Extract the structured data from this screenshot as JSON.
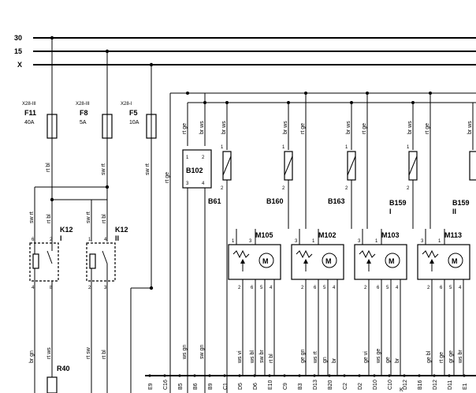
{
  "rails": [
    {
      "label": "30"
    },
    {
      "label": "15"
    },
    {
      "label": "X"
    }
  ],
  "fuses": [
    {
      "conn": "X28-III",
      "name": "F11",
      "amp": "40A",
      "wire": "rt bl"
    },
    {
      "conn": "X28-III",
      "name": "F8",
      "amp": "5A",
      "wire": "sw rt"
    },
    {
      "conn": "X28-I",
      "name": "F5",
      "amp": "10A",
      "wire": "sw rt"
    }
  ],
  "relays": [
    {
      "name": "K12",
      "roman": "I",
      "pins": [
        "6",
        "2",
        "4",
        "8"
      ],
      "wire_top": [
        "sw rt",
        "rt bl"
      ],
      "wire_bot": [
        "br gn",
        "rt ws"
      ]
    },
    {
      "name": "K12",
      "roman": "II",
      "pins": [
        "1",
        "4",
        "2",
        "3"
      ],
      "wire_top": [
        "sw rt",
        "rt bl"
      ],
      "wire_bot": [
        "rt sw",
        "rt bl"
      ]
    }
  ],
  "b102": {
    "name": "B102",
    "pins": [
      "1",
      "2",
      "3",
      "4"
    ],
    "wires_top": [
      "rt ge",
      "br ws"
    ],
    "wires_bot": [
      "ws gn",
      "sw gn"
    ]
  },
  "sensors": [
    {
      "name": "B61",
      "roman": "",
      "pin_top": "1",
      "pin_bot": "2",
      "wire_top": "br ws",
      "wire_bot": ""
    },
    {
      "name": "B160",
      "roman": "",
      "pin_top": "1",
      "pin_bot": "2",
      "wire_top": "br ws",
      "wire_bot": "rt ge"
    },
    {
      "name": "B163",
      "roman": "",
      "pin_top": "1",
      "pin_bot": "2",
      "wire_top": "br ws",
      "wire_bot": "rt ge"
    },
    {
      "name": "B159",
      "roman": "I",
      "pin_top": "1",
      "pin_bot": "2",
      "wire_top": "br ws",
      "wire_bot": "rt ge"
    },
    {
      "name": "B159",
      "roman": "II",
      "pin_top": "1",
      "pin_bot": "2",
      "wire_top": "br ws",
      "wire_bot": ""
    }
  ],
  "motors": [
    {
      "name": "M105",
      "pins_top": [
        "1",
        "3"
      ],
      "pins_bot": [
        "2",
        "6",
        "5",
        "4"
      ],
      "wires": [
        "ws vi",
        "ws bl",
        "sw br",
        "rt bl"
      ]
    },
    {
      "name": "M102",
      "pins_top": [
        "3",
        "1"
      ],
      "pins_bot": [
        "2",
        "6",
        "5",
        "4"
      ],
      "wires": [
        "ge gn",
        "ws rt",
        "gn",
        "br"
      ]
    },
    {
      "name": "M103",
      "pins_top": [
        "3",
        "1"
      ],
      "pins_bot": [
        "2",
        "6",
        "5",
        "4"
      ],
      "wires": [
        "ge vi",
        "ws ge",
        "ge",
        "br"
      ]
    },
    {
      "name": "M113",
      "pins_top": [
        "3",
        "1"
      ],
      "pins_bot": [
        "2",
        "6",
        "5",
        "4"
      ],
      "wires": [
        "ge bl",
        "rt ge",
        "gr ge",
        "ws br"
      ]
    }
  ],
  "misc_wires": [
    "rt ge",
    "sw rt",
    "rt ge",
    "br ws",
    "rt ge",
    "br ws",
    "br ws",
    "rt ge",
    "br ws",
    "rt ge",
    "br ws",
    "rt ge"
  ],
  "r40": "R40",
  "connector": {
    "pins": [
      "E9",
      "C16",
      "B5",
      "B6",
      "B9",
      "C1",
      "D5",
      "D6",
      "E10",
      "C9",
      "B3",
      "D13",
      "B20",
      "C2",
      "D2",
      "D10",
      "C10",
      "D12",
      "B16",
      "D12",
      "D11",
      "E1"
    ],
    "sub": "K"
  }
}
